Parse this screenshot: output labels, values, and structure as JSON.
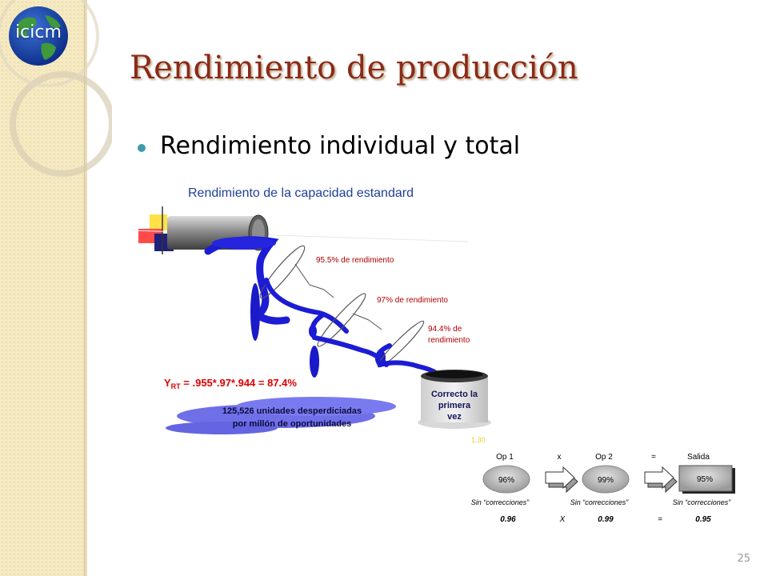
{
  "logo": {
    "text": "icicm"
  },
  "slide": {
    "title": "Rendimiento de producción",
    "bullet": "Rendimiento individual y total",
    "page_number": "25"
  },
  "diagram": {
    "heading": "Rendimiento de la capacidad estandard",
    "yield_labels": [
      "95.5% de rendimiento",
      "97% de rendimiento",
      "94.4% de",
      "rendimiento"
    ],
    "formula": {
      "lhs": "Y",
      "subscript": "RT",
      "rhs": " = .955*.97*.944 = 87.4%"
    },
    "waste_box": [
      "125,526 unidades desperdiciadas",
      "por millón de oportunidades"
    ],
    "bucket": [
      "Correcto la",
      "primera",
      "vez"
    ],
    "small_note": "1.30",
    "ops": {
      "headers": [
        "Op 1",
        "x",
        "Op 2",
        "=",
        "Salida"
      ],
      "values": [
        "96%",
        "99%",
        "95%"
      ],
      "notes": [
        "Sin “correcciones”",
        "Sin “correcciones”",
        "Sin “correcciones”"
      ],
      "calc": [
        "0.96",
        "X",
        "0.99",
        "=",
        "0.95"
      ]
    }
  }
}
